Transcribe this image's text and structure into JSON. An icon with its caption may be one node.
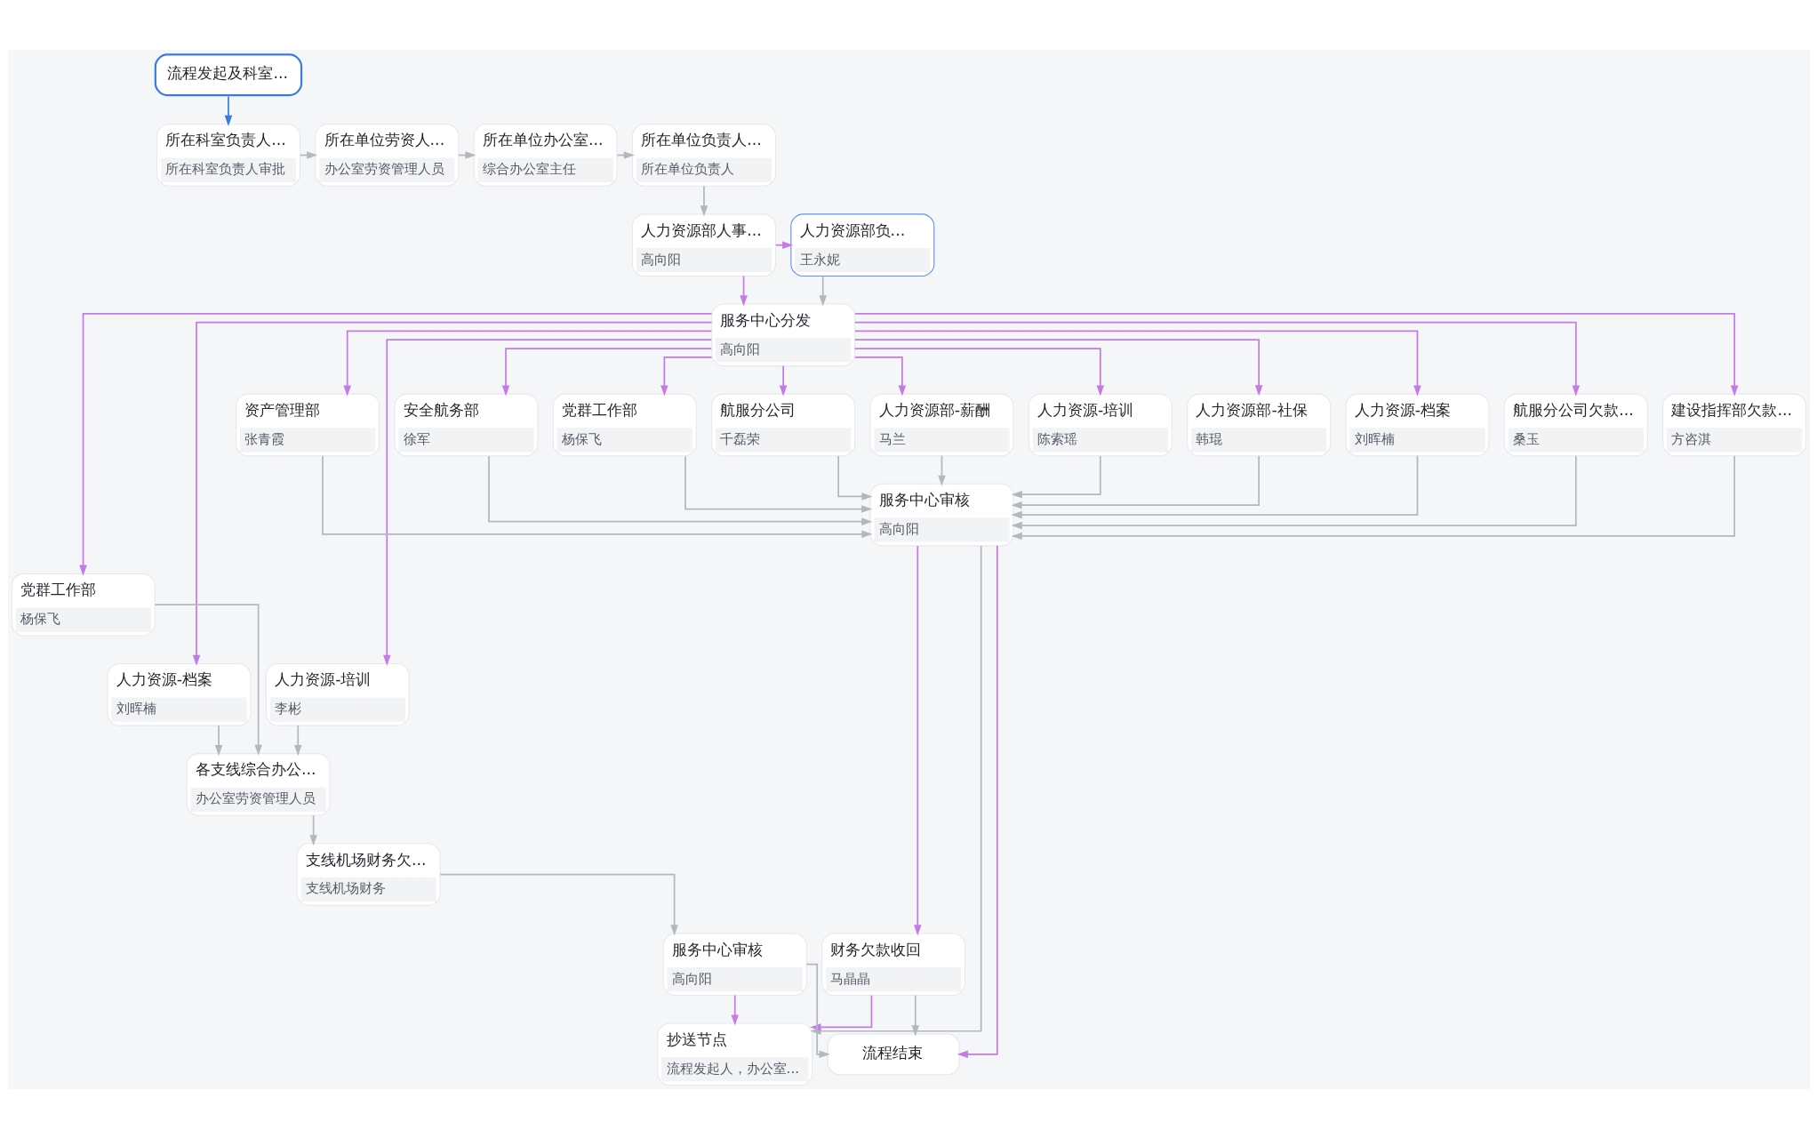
{
  "diagram": {
    "nodes": [
      {
        "text": [
          "流程发起及科室..."
        ]
      },
      {
        "text": [
          "所在科室负责人...",
          "所在科室负责人审批"
        ]
      },
      {
        "text": [
          "所在单位劳资人...",
          "办公室劳资管理人员"
        ]
      },
      {
        "text": [
          "所在单位办公室...",
          "综合办公室主任"
        ]
      },
      {
        "text": [
          "所在单位负责人...",
          "所在单位负责人"
        ]
      },
      {
        "text": [
          "人力资源部负...",
          "王永妮"
        ]
      },
      {
        "text": [
          "人力资源部人事...",
          "高向阳"
        ]
      },
      {
        "text": [
          "服务中心分发",
          "高向阳"
        ]
      },
      {
        "text": [
          "资产管理部",
          "张青霞"
        ]
      },
      {
        "text": [
          "安全航务部",
          "徐军"
        ]
      },
      {
        "text": [
          "党群工作部",
          "杨保飞"
        ]
      },
      {
        "text": [
          "航服分公司",
          "千磊荣"
        ]
      },
      {
        "text": [
          "人力资源部-薪酬",
          "马兰"
        ]
      },
      {
        "text": [
          "人力资源-培训",
          "陈索瑶"
        ]
      },
      {
        "text": [
          "人力资源部-社保",
          "韩琨"
        ]
      },
      {
        "text": [
          "人力资源-档案",
          "刘晖楠"
        ]
      },
      {
        "text": [
          "航服分公司欠款...",
          "桑玉"
        ]
      },
      {
        "text": [
          "建设指挥部欠款...",
          "方咨淇"
        ]
      },
      {
        "text": [
          "党群工作部",
          "杨保飞"
        ]
      },
      {
        "text": [
          "服务中心审核",
          "高向阳"
        ]
      },
      {
        "text": [
          "人力资源-档案",
          "刘晖楠"
        ]
      },
      {
        "text": [
          "人力资源-培训",
          "李彬"
        ]
      },
      {
        "text": [
          "财务欠款收回",
          "马晶晶"
        ]
      },
      {
        "text": [
          "各支线综合办公...",
          "办公室劳资管理人员"
        ]
      },
      {
        "text": [
          "支线机场财务欠...",
          "支线机场财务"
        ]
      },
      {
        "text": [
          "服务中心审核",
          "高向阳"
        ]
      },
      {
        "text": [
          "抄送节点",
          "流程发起人，办公室..."
        ]
      },
      {
        "text": [
          "流程结束"
        ]
      }
    ],
    "edges": [
      {
        "from": 0,
        "to": 1,
        "arrow": "to",
        "color": "#3b7be0"
      },
      {
        "from": 1,
        "to": 2,
        "arrow": "to"
      },
      {
        "from": 2,
        "to": 3,
        "arrow": "to"
      },
      {
        "from": 3,
        "to": 4,
        "arrow": "to"
      },
      {
        "from": 4,
        "to": 6,
        "arrow": "to"
      },
      {
        "from": 6,
        "to": 5,
        "arrow": "to",
        "color": "#c57be6"
      },
      {
        "from": 5,
        "to": 7,
        "arrow": "to"
      },
      {
        "from": 6,
        "to": 7,
        "arrow": "to",
        "color": "#c57be6"
      },
      {
        "from": 7,
        "to": 18,
        "arrow": "to",
        "color": "#c57be6"
      },
      {
        "from": 7,
        "to": 20,
        "arrow": "to",
        "color": "#c57be6"
      },
      {
        "from": 7,
        "to": 21,
        "arrow": "to",
        "color": "#c57be6"
      },
      {
        "from": 7,
        "to": 8,
        "arrow": "to",
        "color": "#c57be6"
      },
      {
        "from": 7,
        "to": 9,
        "arrow": "to",
        "color": "#c57be6"
      },
      {
        "from": 7,
        "to": 10,
        "arrow": "to",
        "color": "#c57be6"
      },
      {
        "from": 7,
        "to": 11,
        "arrow": "to",
        "color": "#c57be6"
      },
      {
        "from": 7,
        "to": 12,
        "arrow": "to",
        "color": "#c57be6"
      },
      {
        "from": 7,
        "to": 13,
        "arrow": "to",
        "color": "#c57be6"
      },
      {
        "from": 7,
        "to": 14,
        "arrow": "to",
        "color": "#c57be6"
      },
      {
        "from": 7,
        "to": 15,
        "arrow": "to",
        "color": "#c57be6"
      },
      {
        "from": 7,
        "to": 16,
        "arrow": "to",
        "color": "#c57be6"
      },
      {
        "from": 7,
        "to": 17,
        "arrow": "to",
        "color": "#c57be6"
      },
      {
        "from": 8,
        "to": 19,
        "arrow": "to"
      },
      {
        "from": 9,
        "to": 19,
        "arrow": "to"
      },
      {
        "from": 10,
        "to": 19,
        "arrow": "to"
      },
      {
        "from": 11,
        "to": 19,
        "arrow": "to"
      },
      {
        "from": 12,
        "to": 19,
        "arrow": "to"
      },
      {
        "from": 13,
        "to": 19,
        "arrow": "to"
      },
      {
        "from": 14,
        "to": 19,
        "arrow": "to"
      },
      {
        "from": 15,
        "to": 19,
        "arrow": "to"
      },
      {
        "from": 16,
        "to": 19,
        "arrow": "to"
      },
      {
        "from": 17,
        "to": 19,
        "arrow": "to"
      },
      {
        "from": 18,
        "to": 23,
        "arrow": "to"
      },
      {
        "from": 20,
        "to": 23,
        "arrow": "to"
      },
      {
        "from": 21,
        "to": 23,
        "arrow": "to"
      },
      {
        "from": 19,
        "to": 22,
        "arrow": "to",
        "color": "#c57be6"
      },
      {
        "from": 19,
        "to": 26,
        "arrow": "to"
      },
      {
        "from": 19,
        "to": 27,
        "arrow": "to",
        "color": "#c57be6"
      },
      {
        "from": 22,
        "to": 26,
        "arrow": "to",
        "color": "#c57be6"
      },
      {
        "from": 22,
        "to": 27,
        "arrow": "to"
      },
      {
        "from": 23,
        "to": 24,
        "arrow": "to"
      },
      {
        "from": 24,
        "to": 25,
        "arrow": "to"
      },
      {
        "from": 25,
        "to": 26,
        "arrow": "to",
        "color": "#c57be6"
      },
      {
        "from": 25,
        "to": 27,
        "arrow": "to"
      }
    ]
  }
}
